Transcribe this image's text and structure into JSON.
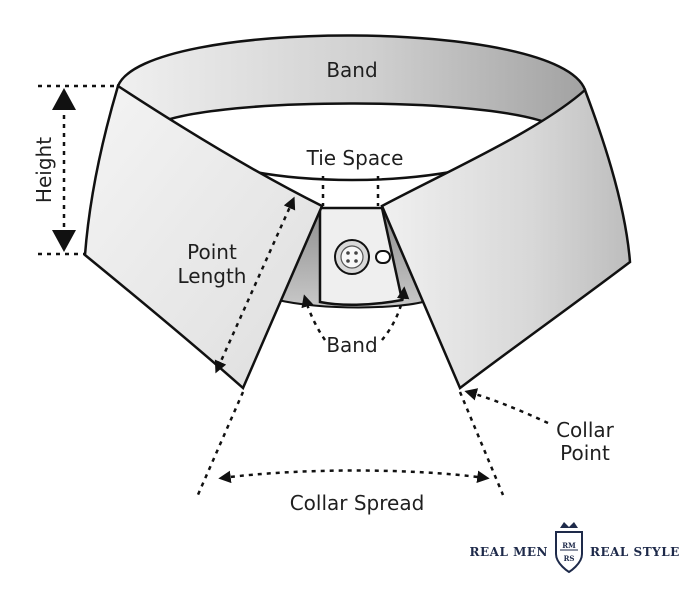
{
  "labels": {
    "band_top": "Band",
    "height": "Height",
    "tie_space": "Tie Space",
    "point_length_line1": "Point",
    "point_length_line2": "Length",
    "band_bottom": "Band",
    "collar_point_line1": "Collar",
    "collar_point_line2": "Point",
    "collar_spread": "Collar Spread"
  },
  "brand": {
    "left": "REAL MEN",
    "right": "REAL STYLE",
    "crest": "RM RS"
  },
  "colors": {
    "outline": "#111111",
    "collar_light": "#ececec",
    "collar_mid": "#d6d6d6",
    "collar_dark": "#a9a9a9",
    "brand_navy": "#1e2a4a"
  }
}
